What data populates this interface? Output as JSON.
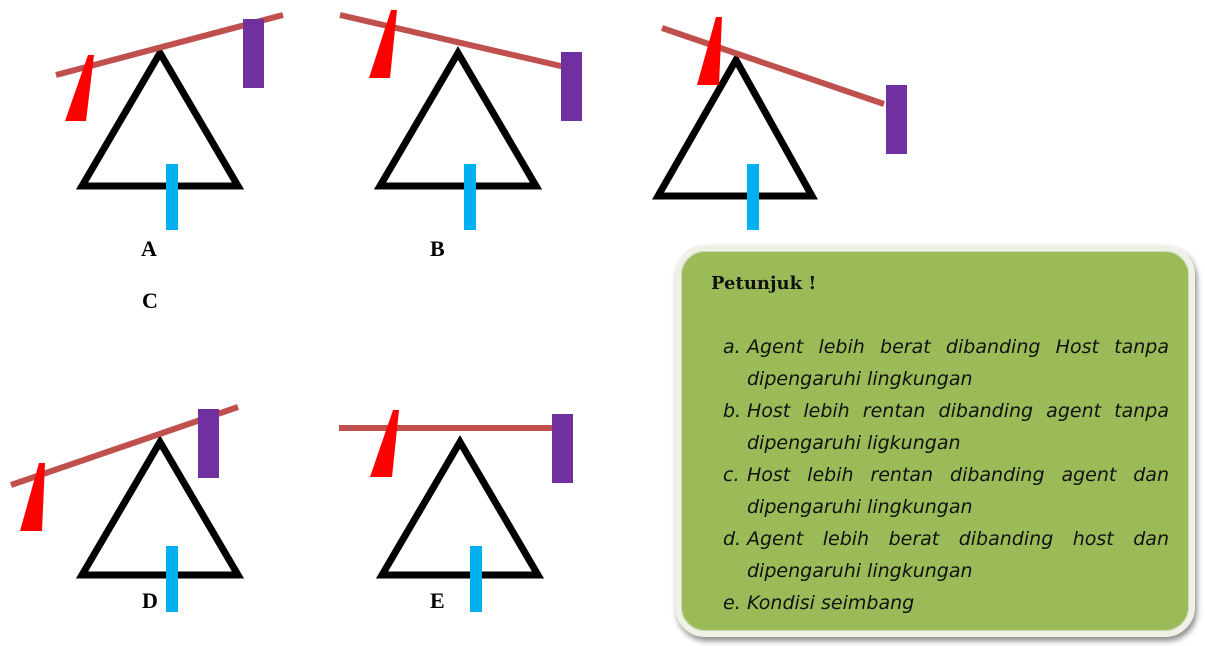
{
  "labels": {
    "a": "A",
    "b": "B",
    "c": "C",
    "d": "D",
    "e": "E"
  },
  "hint": {
    "title": "Petunjuk !",
    "items": [
      {
        "marker": "a.",
        "text": "Agent lebih berat dibanding Host tanpa dipengaruhi lingkungan"
      },
      {
        "marker": "b.",
        "text": "Host lebih rentan dibanding agent tanpa dipengaruhi ligkungan"
      },
      {
        "marker": "c.",
        "text": "Host lebih rentan dibanding agent dan dipengaruhi lingkungan"
      },
      {
        "marker": "d.",
        "text": "Agent lebih berat dibanding host dan dipengaruhi lingkungan"
      },
      {
        "marker": "e.",
        "text": "Kondisi seimbang"
      }
    ]
  },
  "colors": {
    "triangle": "#000000",
    "beam": "#c0504d",
    "flag": "#ff0000",
    "block": "#7030a0",
    "stand": "#00b0f0",
    "hint_box": "#9bbb59"
  }
}
